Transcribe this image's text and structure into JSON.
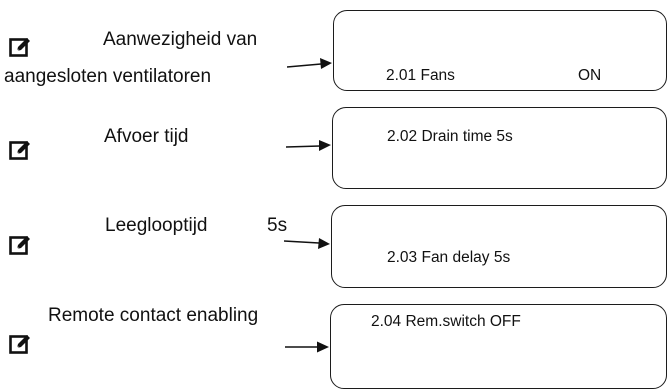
{
  "steps": [
    {
      "label_lines": [
        "Aanwezigheid van",
        "aangesloten ventilatoren"
      ],
      "display_text": "2.01 Fans",
      "display_value": "ON",
      "icon": "edit-icon"
    },
    {
      "label_lines": [
        "Afvoer tijd"
      ],
      "display_text": "2.02 Drain time 5s",
      "icon": "edit-icon"
    },
    {
      "label_lines": [
        "Leeglooptijd",
        "5s"
      ],
      "display_text": "2.03 Fan delay 5s",
      "icon": "edit-icon"
    },
    {
      "label_lines": [
        "Remote contact enabling"
      ],
      "display_text": "2.04 Rem.switch OFF",
      "icon": "edit-icon"
    }
  ]
}
